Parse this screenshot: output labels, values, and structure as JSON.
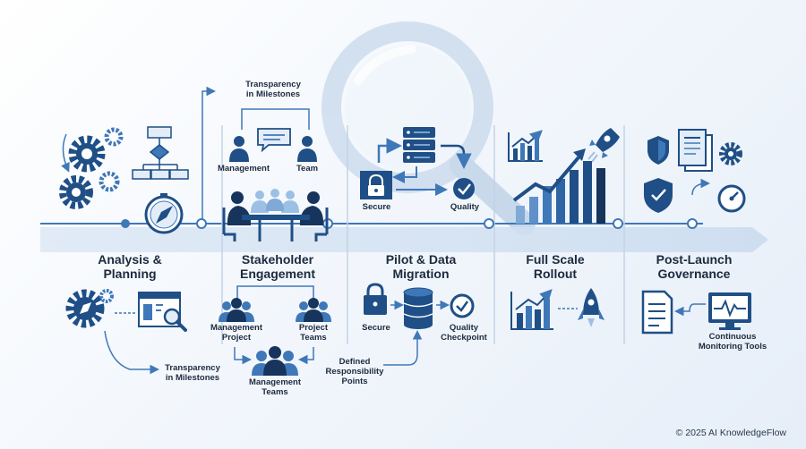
{
  "stages": [
    {
      "title": "Analysis &\nPlanning",
      "bottom_label": "Transparency\nin Milestones"
    },
    {
      "title": "Stakeholder\nEngagement",
      "top_label": "Transparency\nin Milestones",
      "top_people": [
        "Management",
        "Team"
      ],
      "bottom_people": [
        "Management\nProject",
        "Project\nTeams",
        "Management\nTeams"
      ],
      "bottom_label": "Defined\nResponsibility\nPoints"
    },
    {
      "title": "Pilot & Data\nMigration",
      "top_labels": [
        "Secure",
        "Quality"
      ],
      "bottom_labels": [
        "Secure",
        "Quality\nCheckpoint"
      ]
    },
    {
      "title": "Full Scale\nRollout"
    },
    {
      "title": "Post-Launch\nGovernance",
      "bottom_label": "Continuous\nMonitoring Tools"
    }
  ],
  "copyright": "© 2025 AI KnowledgeFlow",
  "colors": {
    "dark_blue": "#1f4f86",
    "mid_blue": "#3f78b8",
    "light_blue": "#9cc0e4",
    "navy": "#16345c"
  }
}
